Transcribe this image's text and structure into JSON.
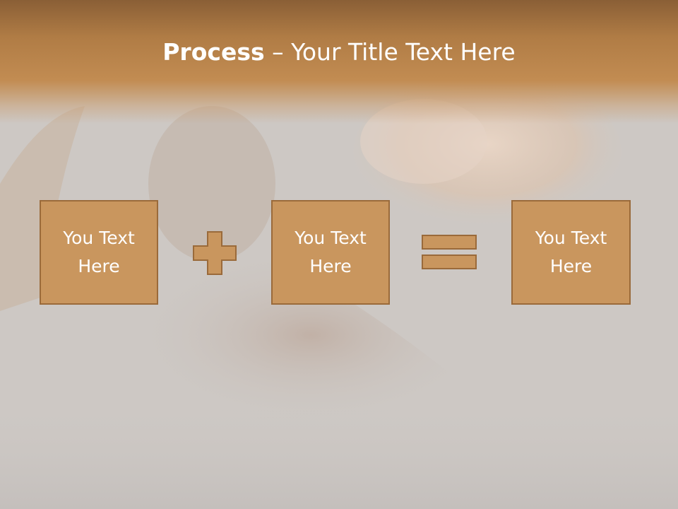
{
  "title": {
    "bold": "Process",
    "rest": " – Your Title Text Here"
  },
  "boxes": [
    "You Text Here",
    "You Text Here",
    "You Text Here"
  ],
  "symbols": {
    "operator1": "plus",
    "operator2": "equals"
  },
  "colors": {
    "header": "#b07c45",
    "box_fill": "#c9965e",
    "box_border": "#9a6a3a",
    "background": "#cdc8c4",
    "text": "#ffffff"
  }
}
